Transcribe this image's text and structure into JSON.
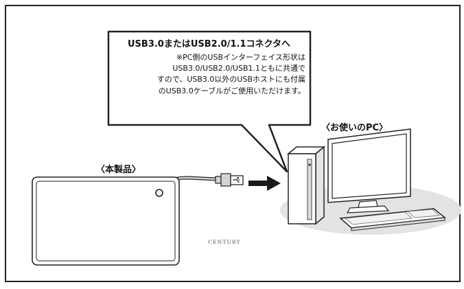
{
  "callout": {
    "title": "USB3.0またはUSB2.0/1.1コネクタへ",
    "lines": [
      "※PC側のUSBインターフェイス形状は",
      "USB3.0/USB2.0/USB1.1ともに共通で",
      "すので、USB3.0以外のUSBホストにも付属",
      "のUSB3.0ケーブルがご使用いただけます。"
    ]
  },
  "pc_label": "〈お使いのPC〉",
  "product_label": "〈本製品〉",
  "brand_label": "CENTURY",
  "icons": [
    "usb-plug-icon",
    "usb-symbol-icon",
    "arrow-right-icon",
    "desktop-tower-icon",
    "monitor-icon",
    "keyboard-icon"
  ],
  "colors": {
    "frame": "#222222",
    "callout_fill": "#ffffff",
    "pc_shadow": "#e3e3e3",
    "connector": "#d4d4d4"
  }
}
